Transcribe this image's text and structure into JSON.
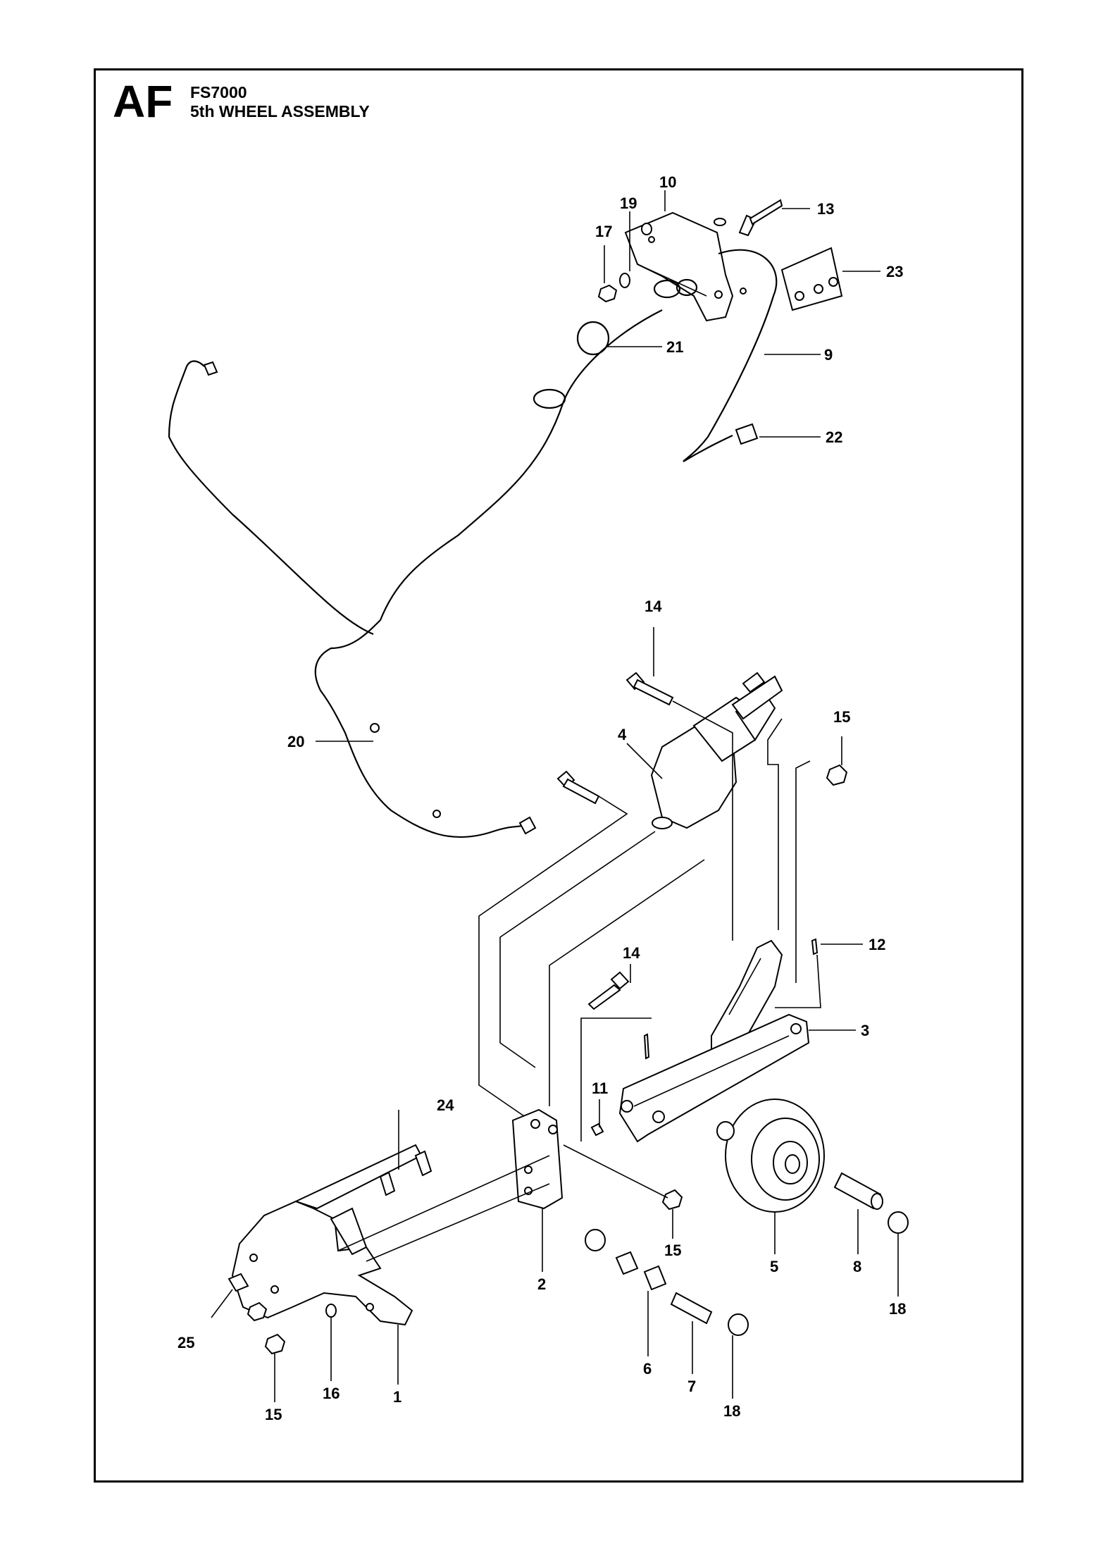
{
  "header": {
    "section_code": "AF",
    "model": "FS7000",
    "title": "5th WHEEL ASSEMBLY"
  },
  "callouts": [
    "1",
    "2",
    "3",
    "4",
    "5",
    "6",
    "7",
    "8",
    "9",
    "10",
    "11",
    "12",
    "13",
    "14",
    "14",
    "15",
    "15",
    "15",
    "16",
    "17",
    "18",
    "18",
    "19",
    "20",
    "21",
    "22",
    "23",
    "24",
    "25"
  ]
}
